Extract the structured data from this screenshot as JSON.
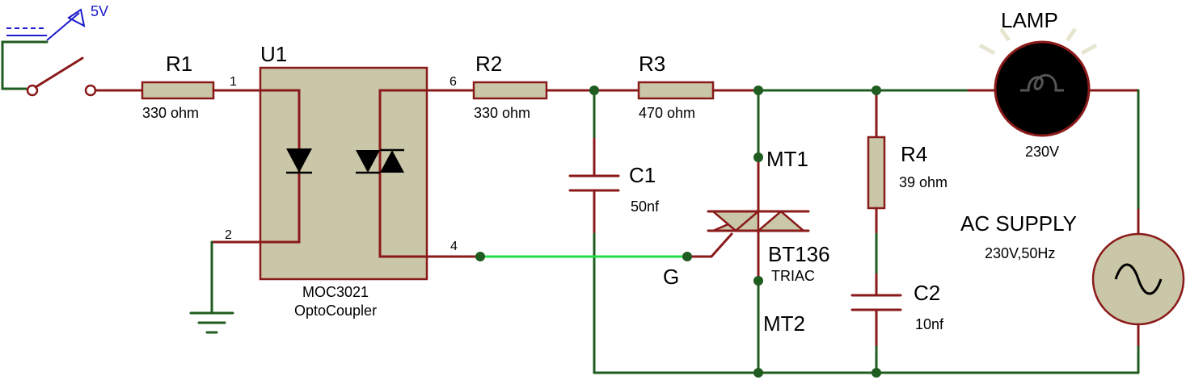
{
  "source": {
    "label": "5V"
  },
  "r1": {
    "ref": "R1",
    "value": "330 ohm"
  },
  "u1": {
    "ref": "U1",
    "part": "MOC3021",
    "desc": "OptoCoupler",
    "pin1": "1",
    "pin2": "2",
    "pin4": "4",
    "pin6": "6"
  },
  "r2": {
    "ref": "R2",
    "value": "330 ohm"
  },
  "r3": {
    "ref": "R3",
    "value": "470 ohm"
  },
  "c1": {
    "ref": "C1",
    "value": "50nf"
  },
  "triac": {
    "part": "BT136",
    "desc": "TRIAC",
    "mt1": "MT1",
    "mt2": "MT2",
    "gate": "G"
  },
  "r4": {
    "ref": "R4",
    "value": "39 ohm"
  },
  "c2": {
    "ref": "C2",
    "value": "10nf"
  },
  "lamp": {
    "ref": "LAMP",
    "value": "230V"
  },
  "supply": {
    "ref": "AC SUPPLY",
    "value": "230V,50Hz"
  },
  "colors": {
    "wire_red": "#8a1a1a",
    "wire_green": "#1f5c1f",
    "net_highlight": "#22dd44",
    "body": "#c9c7a7",
    "label_blue": "#1a1acc"
  }
}
